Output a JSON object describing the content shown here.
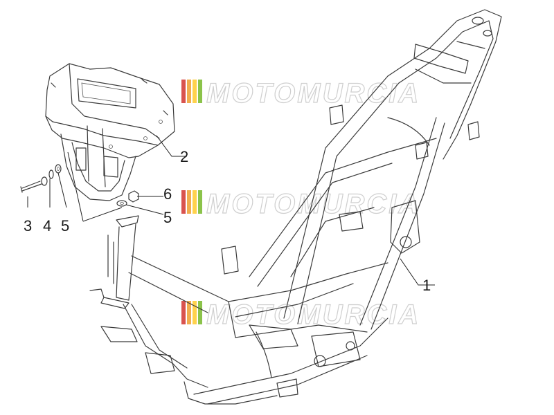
{
  "watermark": {
    "text": "MOTOMURCIA",
    "stripe_colors": [
      "#d9534f",
      "#f0ad4e",
      "#ffd24d",
      "#8bc34a"
    ],
    "text_color": "#cfcfcf"
  },
  "callouts": [
    {
      "id": "1",
      "label": "1"
    },
    {
      "id": "2",
      "label": "2"
    },
    {
      "id": "3",
      "label": "3"
    },
    {
      "id": "4",
      "label": "4"
    },
    {
      "id": "5a",
      "label": "5"
    },
    {
      "id": "5b",
      "label": "5"
    },
    {
      "id": "6",
      "label": "6"
    }
  ]
}
